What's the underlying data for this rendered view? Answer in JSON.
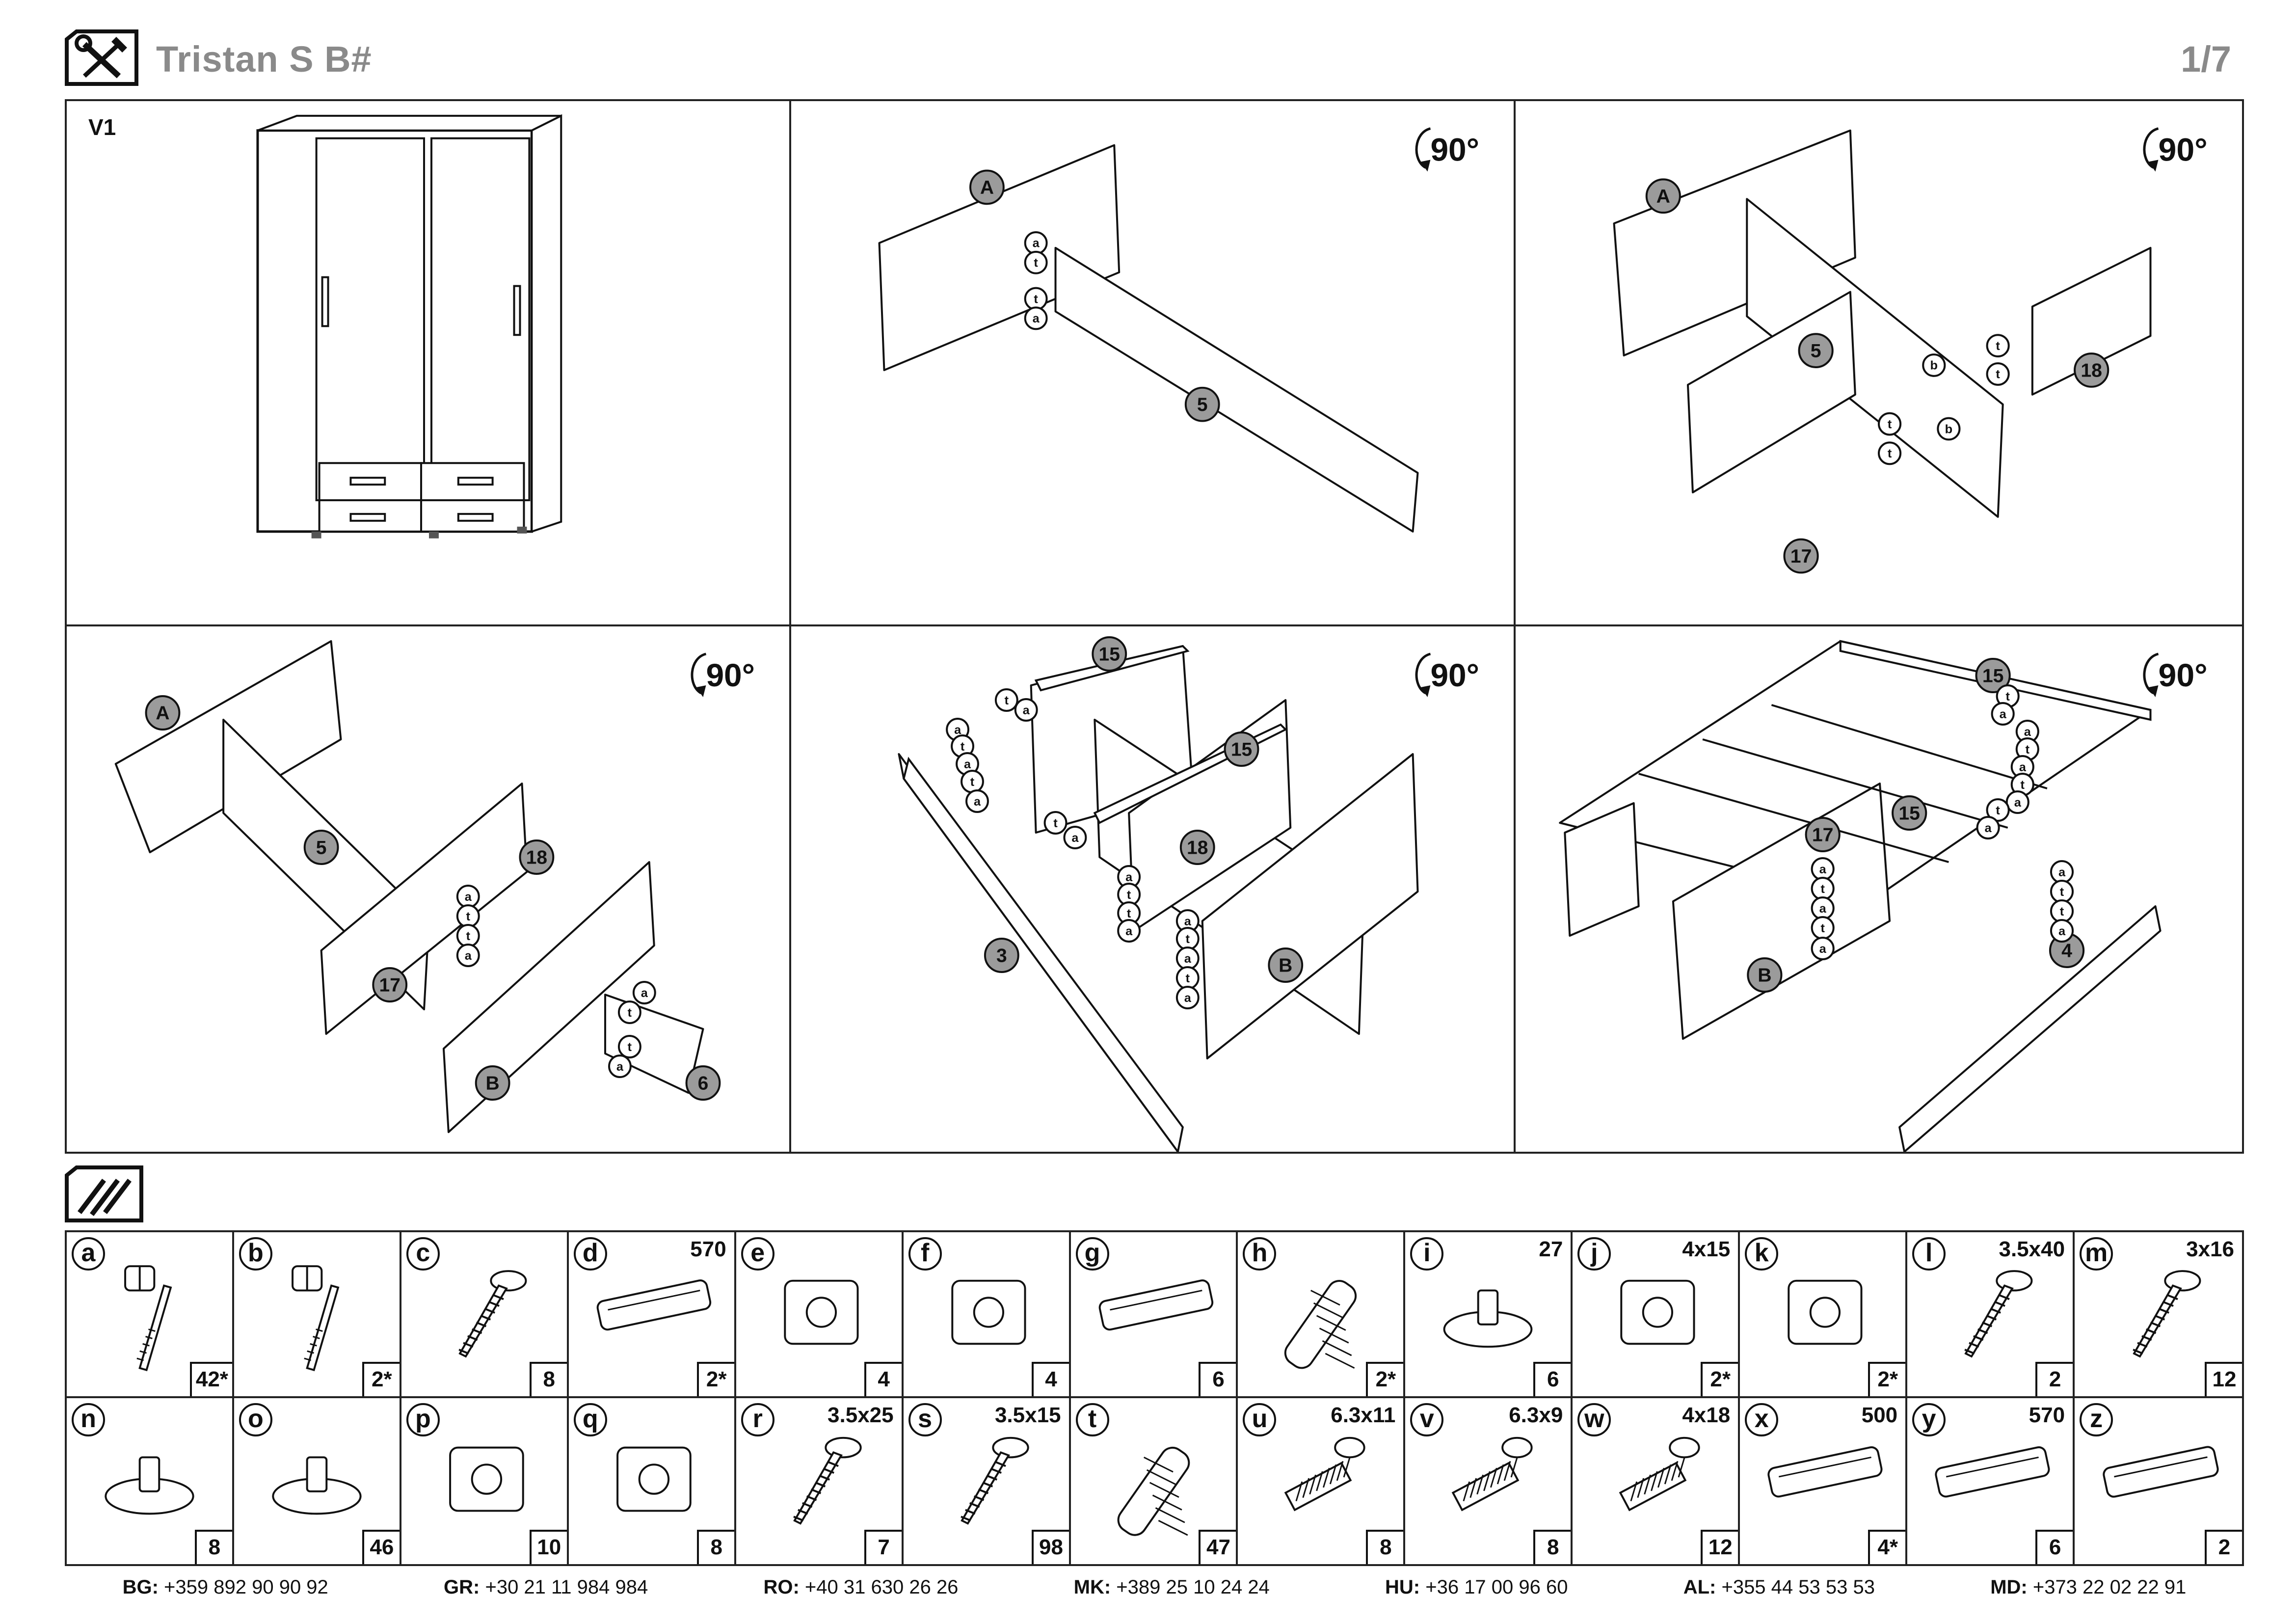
{
  "header": {
    "title": "Tristan S B#",
    "page": "1/7",
    "tools_icon": "wrench-screwdriver-icon"
  },
  "steps": [
    {
      "variant": "V1",
      "labels": []
    },
    {
      "rotate": "90°",
      "labels": [
        "A",
        "5",
        "a",
        "t",
        "t",
        "a"
      ]
    },
    {
      "rotate": "90°",
      "labels": [
        "A",
        "5",
        "18",
        "17",
        "b",
        "b",
        "t",
        "t",
        "t",
        "t"
      ]
    },
    {
      "rotate": "90°",
      "labels": [
        "A",
        "5",
        "18",
        "17",
        "B",
        "6",
        "a",
        "t",
        "t",
        "a",
        "a",
        "t",
        "t",
        "a"
      ]
    },
    {
      "rotate": "90°",
      "labels": [
        "15",
        "15",
        "18",
        "3",
        "B"
      ]
    },
    {
      "rotate": "90°",
      "labels": [
        "15",
        "15",
        "17",
        "B",
        "4"
      ]
    }
  ],
  "fittings_icon": "screws-icon",
  "fittings": [
    {
      "letter": "a",
      "size": "",
      "qty": "42*",
      "icon": "cam-bolt-icon"
    },
    {
      "letter": "b",
      "size": "",
      "qty": "2*",
      "icon": "double-cam-bolt-icon"
    },
    {
      "letter": "c",
      "size": "",
      "qty": "8",
      "icon": "screw-icon"
    },
    {
      "letter": "d",
      "size": "570",
      "qty": "2*",
      "icon": "rail-with-brackets-icon"
    },
    {
      "letter": "e",
      "size": "",
      "qty": "4",
      "icon": "guide-plate-icon"
    },
    {
      "letter": "f",
      "size": "",
      "qty": "4",
      "icon": "door-stopper-icon"
    },
    {
      "letter": "g",
      "size": "",
      "qty": "6",
      "icon": "handle-profile-icon"
    },
    {
      "letter": "h",
      "size": "",
      "qty": "2*",
      "icon": "screw-with-dowel-icon"
    },
    {
      "letter": "i",
      "size": "27",
      "qty": "6",
      "icon": "foot-glide-icon"
    },
    {
      "letter": "j",
      "size": "4x15",
      "qty": "2*",
      "icon": "anchor-screw-icon"
    },
    {
      "letter": "k",
      "size": "",
      "qty": "2*",
      "icon": "wall-bracket-icon"
    },
    {
      "letter": "l",
      "size": "3.5x40",
      "qty": "2",
      "icon": "long-screw-icon"
    },
    {
      "letter": "m",
      "size": "3x16",
      "qty": "12",
      "icon": "short-screw-icon"
    },
    {
      "letter": "n",
      "size": "",
      "qty": "8",
      "icon": "wheel-pin-icon"
    },
    {
      "letter": "o",
      "size": "",
      "qty": "46",
      "icon": "disc-glide-icon"
    },
    {
      "letter": "p",
      "size": "",
      "qty": "10",
      "icon": "corner-block-icon"
    },
    {
      "letter": "q",
      "size": "",
      "qty": "8",
      "icon": "shelf-pin-icon"
    },
    {
      "letter": "r",
      "size": "3.5x25",
      "qty": "7",
      "icon": "screw-icon"
    },
    {
      "letter": "s",
      "size": "3.5x15",
      "qty": "98",
      "icon": "screw-icon"
    },
    {
      "letter": "t",
      "size": "",
      "qty": "47",
      "icon": "wooden-dowel-icon"
    },
    {
      "letter": "u",
      "size": "6.3x11",
      "qty": "8",
      "icon": "euro-screw-icon"
    },
    {
      "letter": "v",
      "size": "6.3x9",
      "qty": "8",
      "icon": "euro-screw-icon"
    },
    {
      "letter": "w",
      "size": "4x18",
      "qty": "12",
      "icon": "bolt-icon"
    },
    {
      "letter": "x",
      "size": "500",
      "qty": "4*",
      "icon": "drawer-runner-icon"
    },
    {
      "letter": "y",
      "size": "570",
      "qty": "6",
      "icon": "hanging-rail-icon"
    },
    {
      "letter": "z",
      "size": "",
      "qty": "2",
      "icon": "rail-support-icon"
    }
  ],
  "contacts": [
    {
      "code": "BG:",
      "phone": "+359 892 90 90 92"
    },
    {
      "code": "GR:",
      "phone": "+30 21 11 984 984"
    },
    {
      "code": "RO:",
      "phone": "+40 31 630 26 26"
    },
    {
      "code": "MK:",
      "phone": "+389 25 10 24 24"
    },
    {
      "code": "HU:",
      "phone": "+36 17 00 96 60"
    },
    {
      "code": "AL:",
      "phone": "+355 44 53 53 53"
    },
    {
      "code": "MD:",
      "phone": "+373 22 02 22 91"
    }
  ]
}
